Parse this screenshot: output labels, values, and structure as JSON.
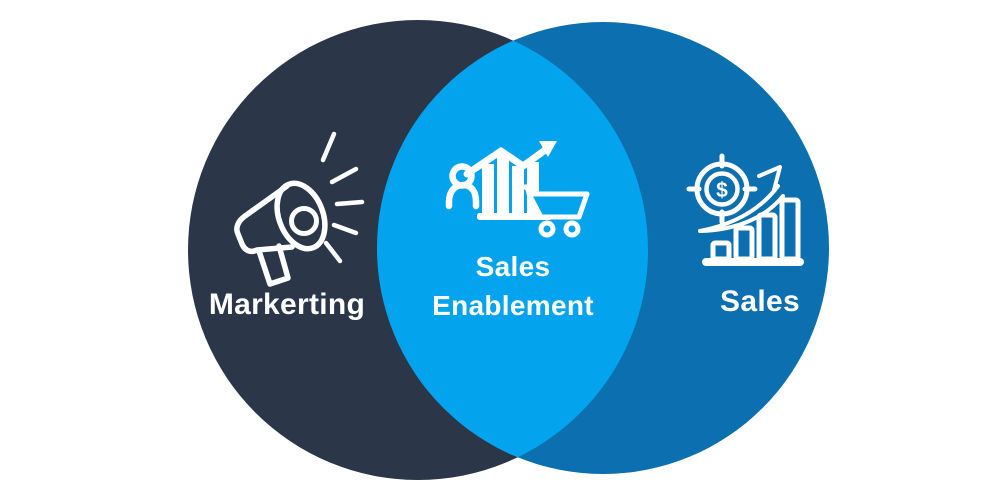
{
  "diagram": {
    "type": "venn",
    "background": "#ffffff",
    "label_color": "#ffffff",
    "icon_color": "#ffffff",
    "left": {
      "label": "Markerting",
      "icon": "megaphone-icon",
      "color": "#2b3648"
    },
    "overlap": {
      "label": "Sales Enablement",
      "icon": "growth-chart-shopping-cart-person-icon",
      "color": "#04a3ee"
    },
    "right": {
      "label": "Sales",
      "icon": "dollar-target-growth-arrow-bars-icon",
      "color": "#0b6fb0",
      "dollar_sign": "$"
    }
  }
}
